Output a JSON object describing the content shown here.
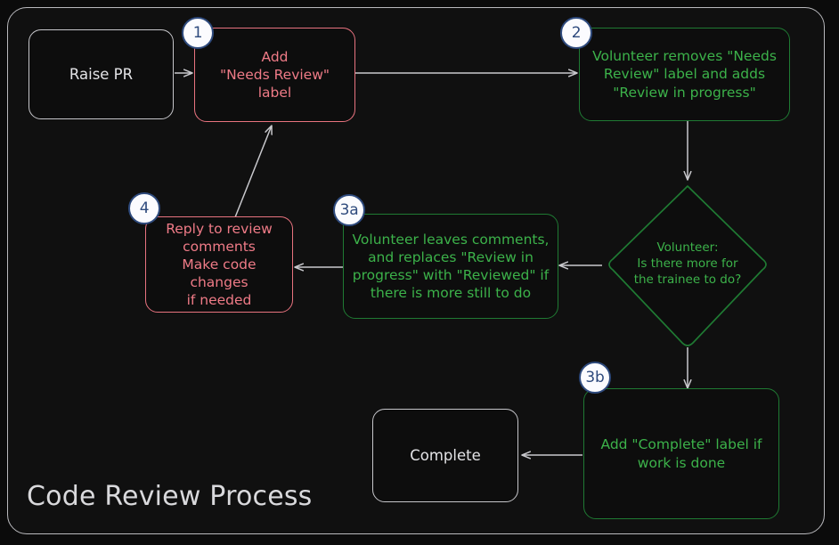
{
  "diagram": {
    "title": "Code Review Process",
    "type": "flowchart",
    "theme": {
      "page_background": "#0b0b0b",
      "frame_background": "#101010",
      "frame_border": "#b9b9bd",
      "neutral_stroke": "#c6c6ca",
      "neutral_text": "#e3e3e6",
      "red_stroke": "#e8737f",
      "red_text": "#ef7b87",
      "green_stroke": "#1f7a33",
      "green_text": "#3cb24a",
      "badge_fill": "#fbfbfe",
      "badge_stroke": "#2e4a7d",
      "badge_text": "#2e4a7d",
      "arrow_color": "#c9c9cd"
    },
    "nodes": [
      {
        "id": "raise-pr",
        "label": "Raise PR",
        "shape": "rounded-rect",
        "style": "plain",
        "badge": null
      },
      {
        "id": "add-needs-review-label",
        "label": "Add\n\"Needs Review\"\nlabel",
        "shape": "rounded-rect",
        "style": "red",
        "badge": "1"
      },
      {
        "id": "volunteer-removes-label",
        "label": "Volunteer removes \"Needs\nReview\" label and adds\n\"Review in progress\"",
        "shape": "rounded-rect",
        "style": "green",
        "badge": "2"
      },
      {
        "id": "decision-more-for-trainee",
        "label": "Volunteer:\nIs there more for\nthe trainee to do?",
        "shape": "diamond",
        "style": "green",
        "badge": null
      },
      {
        "id": "volunteer-leaves-comments",
        "label": "Volunteer leaves comments,\nand replaces \"Review in\nprogress\" with \"Reviewed\" if\nthere is more still to do",
        "shape": "rounded-rect",
        "style": "green",
        "badge": "3a"
      },
      {
        "id": "add-complete-label",
        "label": "Add \"Complete\" label if\nwork is done",
        "shape": "rounded-rect",
        "style": "green",
        "badge": "3b"
      },
      {
        "id": "reply-to-review-comments",
        "label": "Reply to review\ncomments\nMake code changes\nif needed",
        "shape": "rounded-rect",
        "style": "red",
        "badge": "4"
      },
      {
        "id": "complete",
        "label": "Complete",
        "shape": "rounded-rect",
        "style": "plain",
        "badge": null
      }
    ],
    "edges": [
      {
        "from": "raise-pr",
        "to": "add-needs-review-label",
        "label": ""
      },
      {
        "from": "add-needs-review-label",
        "to": "volunteer-removes-label",
        "label": ""
      },
      {
        "from": "volunteer-removes-label",
        "to": "decision-more-for-trainee",
        "label": ""
      },
      {
        "from": "decision-more-for-trainee",
        "to": "volunteer-leaves-comments",
        "label": ""
      },
      {
        "from": "decision-more-for-trainee",
        "to": "add-complete-label",
        "label": ""
      },
      {
        "from": "volunteer-leaves-comments",
        "to": "reply-to-review-comments",
        "label": ""
      },
      {
        "from": "reply-to-review-comments",
        "to": "add-needs-review-label",
        "label": ""
      },
      {
        "from": "add-complete-label",
        "to": "complete",
        "label": ""
      }
    ]
  }
}
